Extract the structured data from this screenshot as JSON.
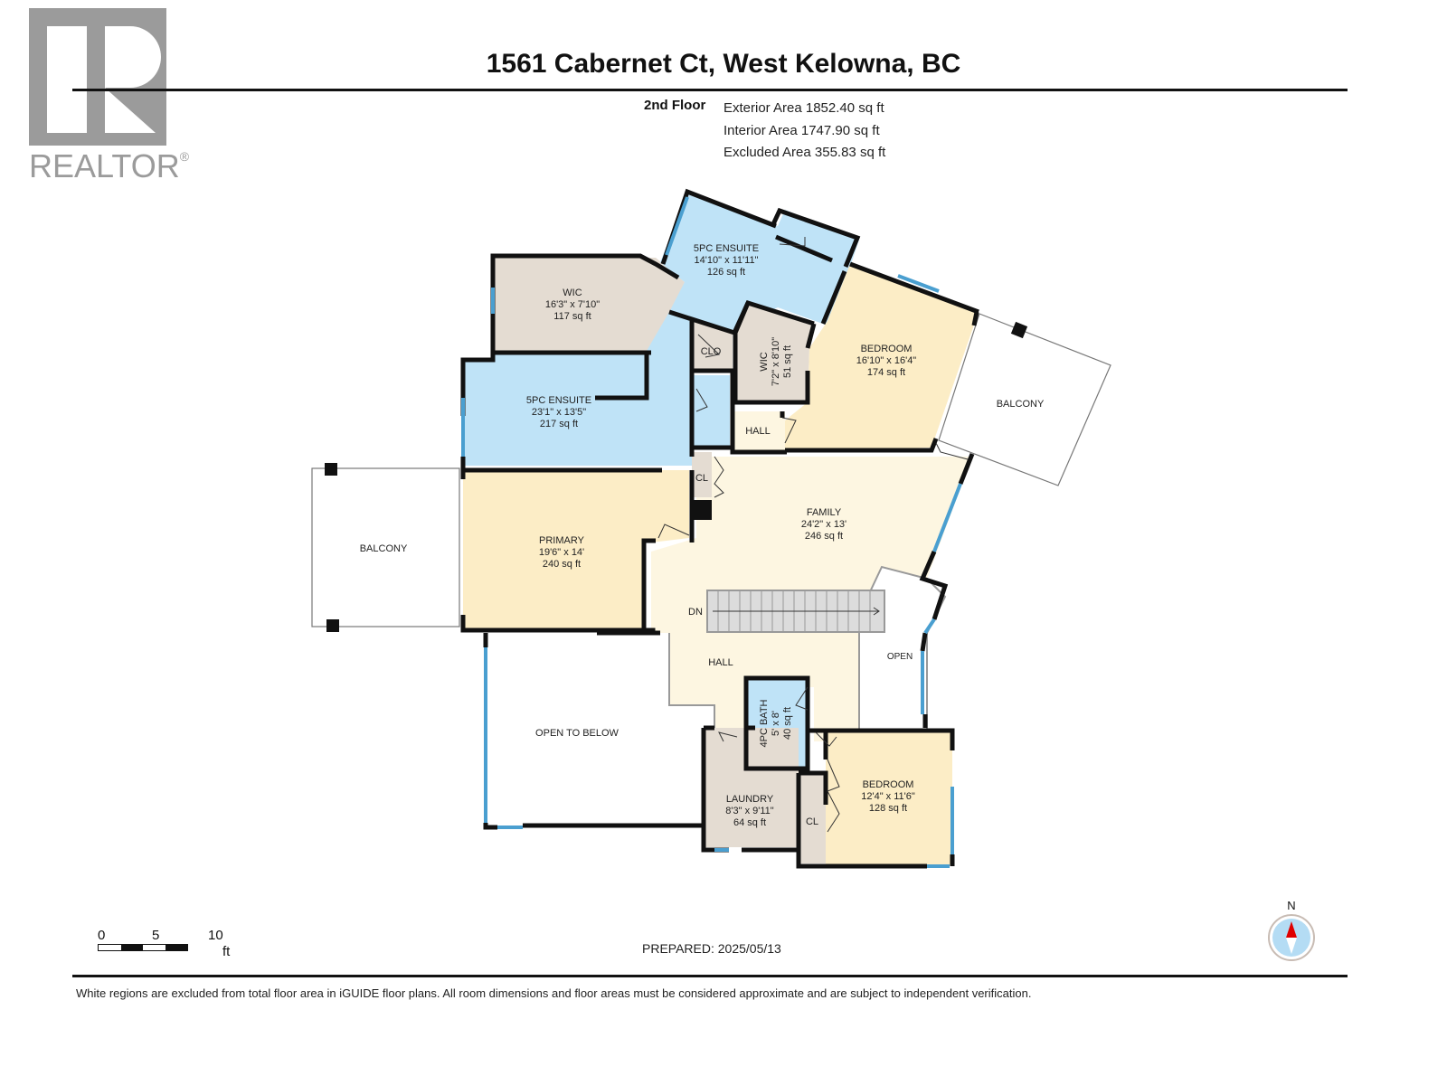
{
  "logo": {
    "text": "REALTOR",
    "mark": "®",
    "color": "#9b9b9b"
  },
  "header": {
    "title": "1561 Cabernet Ct, West Kelowna, BC",
    "floor": "2nd Floor",
    "exterior_area": "Exterior Area 1852.40 sq ft",
    "interior_area": "Interior Area 1747.90 sq ft",
    "excluded_area": "Excluded Area 355.83 sq ft"
  },
  "colors": {
    "bath_blue": "#bfe3f7",
    "closet_taupe": "#e4dcd2",
    "bedroom_cream": "#fcedc6",
    "hall_cream": "#fdf6e1",
    "wall": "#111111",
    "window_blue": "#4a9fd0",
    "stairs_grey": "#dcdcdc"
  },
  "rooms": [
    {
      "id": "ensuite-top",
      "name": "5PC ENSUITE",
      "dims": "14'10\" x 11'11\"",
      "area": "126 sq ft"
    },
    {
      "id": "wic-top",
      "name": "WIC",
      "dims": "16'3\" x 7'10\"",
      "area": "117 sq ft"
    },
    {
      "id": "wic-small",
      "name": "WIC",
      "dims": "7'2\" x 8'10\"",
      "area": "51 sq ft"
    },
    {
      "id": "bedroom-ne",
      "name": "BEDROOM",
      "dims": "16'10\" x 16'4\"",
      "area": "174 sq ft"
    },
    {
      "id": "ensuite-main",
      "name": "5PC ENSUITE",
      "dims": "23'1\" x 13'5\"",
      "area": "217 sq ft"
    },
    {
      "id": "primary",
      "name": "PRIMARY",
      "dims": "19'6\" x 14'",
      "area": "240 sq ft"
    },
    {
      "id": "family",
      "name": "FAMILY",
      "dims": "24'2\" x 13'",
      "area": "246 sq ft"
    },
    {
      "id": "bath-4pc",
      "name": "4PC BATH",
      "dims": "5' x 8'",
      "area": "40 sq ft"
    },
    {
      "id": "laundry",
      "name": "LAUNDRY",
      "dims": "8'3\" x 9'11\"",
      "area": "64 sq ft"
    },
    {
      "id": "bedroom-se",
      "name": "BEDROOM",
      "dims": "12'4\" x 11'6\"",
      "area": "128 sq ft"
    }
  ],
  "labels": {
    "clo": "CLO",
    "hall_small": "HALL",
    "cl_top": "CL",
    "cl_bottom": "CL",
    "hall_main": "HALL",
    "dn": "DN",
    "open": "OPEN",
    "open_to_below": "OPEN TO BELOW",
    "balcony_west": "BALCONY",
    "balcony_east": "BALCONY"
  },
  "scale": {
    "ticks": [
      "0",
      "5",
      "10"
    ],
    "unit": "ft"
  },
  "prepared": "PREPARED: 2025/05/13",
  "compass": {
    "label": "N"
  },
  "footer": "White regions are excluded from total floor area in iGUIDE floor plans. All room dimensions and floor areas must be considered approximate and are subject to independent verification."
}
